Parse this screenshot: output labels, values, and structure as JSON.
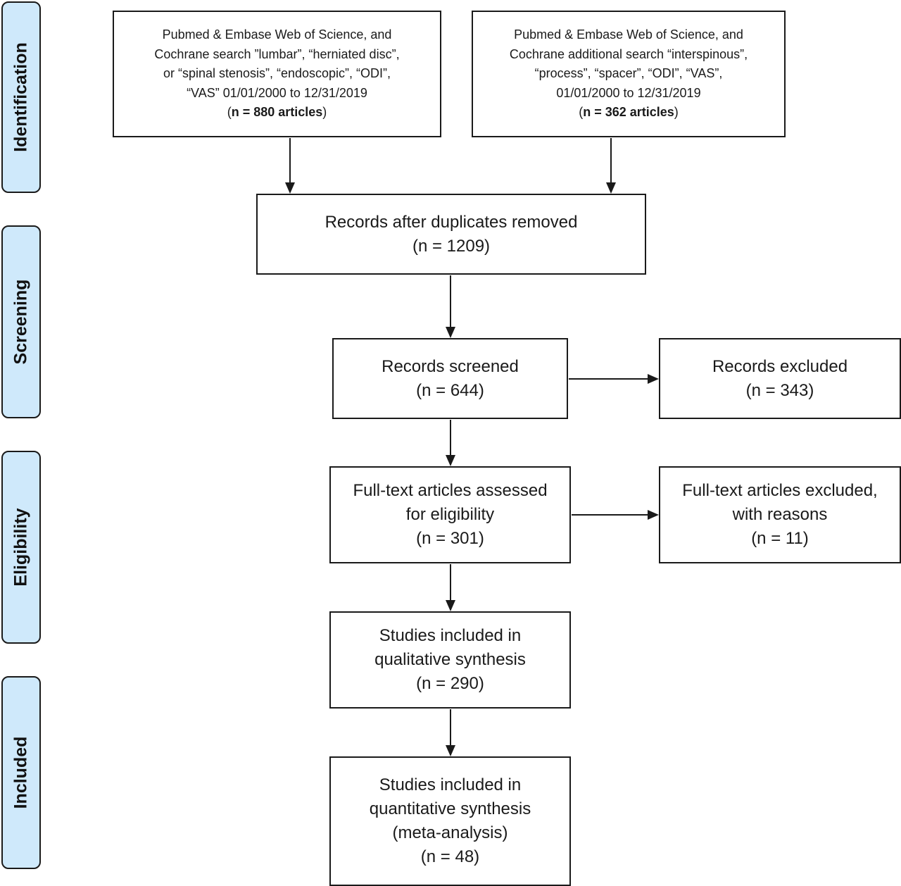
{
  "phases": {
    "identification": "Identification",
    "screening": "Screening",
    "eligibility": "Eligibility",
    "included": "Included"
  },
  "search_left": {
    "lines": [
      "Pubmed & Embase Web of Science, and",
      "Cochrane search ”lumbar”, “herniated disc”,",
      "or “spinal stenosis”, “endoscopic”, “ODI”,",
      "“VAS” 01/01/2000 to 12/31/2019"
    ],
    "count_open": "(",
    "count": "n = 880 articles",
    "count_close": ")"
  },
  "search_right": {
    "lines": [
      "Pubmed & Embase Web of Science, and",
      "Cochrane additional search “interspinous”,",
      "“process”, “spacer”, “ODI”, “VAS”,",
      "01/01/2000 to 12/31/2019"
    ],
    "count_open": "(",
    "count": "n = 362 articles",
    "count_close": ")"
  },
  "duplicates_removed": {
    "lines": [
      "Records after duplicates removed",
      "(n = 1209)"
    ]
  },
  "screened": {
    "lines": [
      "Records screened",
      "(n = 644)"
    ]
  },
  "excluded": {
    "lines": [
      "Records excluded",
      "(n = 343)"
    ]
  },
  "fulltext_assessed": {
    "lines": [
      "Full-text articles assessed",
      "for eligibility",
      "(n = 301)"
    ]
  },
  "fulltext_excluded": {
    "lines": [
      "Full-text articles excluded,",
      "with reasons",
      "(n = 11)"
    ]
  },
  "qualitative": {
    "lines": [
      "Studies included in",
      "qualitative synthesis",
      "(n = 290)"
    ]
  },
  "quantitative": {
    "lines": [
      "Studies included in",
      "quantitative synthesis",
      "(meta-analysis)",
      "(n = 48)"
    ]
  },
  "colors": {
    "phase_fill": "#cfe9fb",
    "stroke": "#1a1a1a"
  }
}
